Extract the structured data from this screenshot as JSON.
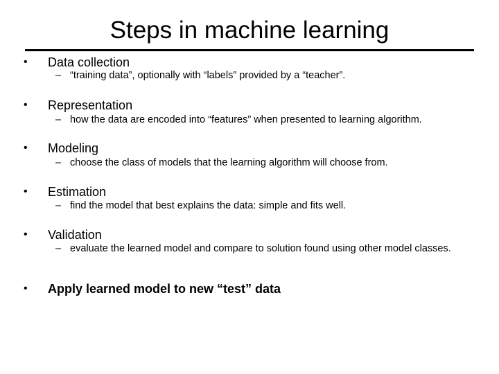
{
  "slide": {
    "title": "Steps in machine learning",
    "bullets": [
      {
        "label": "Data collection",
        "sub": "“training data”, optionally with “labels” provided by a “teacher”."
      },
      {
        "label": "Representation",
        "sub": "how the data are encoded into “features” when presented to learning algorithm."
      },
      {
        "label": "Modeling",
        "sub": "choose the class of models that the learning algorithm will choose from."
      },
      {
        "label": "Estimation",
        "sub": "find the model that best explains the data: simple and fits well."
      },
      {
        "label": "Validation",
        "sub": "evaluate the learned model and compare to solution found using other model classes."
      },
      {
        "label": "Apply learned model to new “test” data"
      }
    ],
    "bullet_symbol": "•",
    "dash_symbol": "–"
  }
}
